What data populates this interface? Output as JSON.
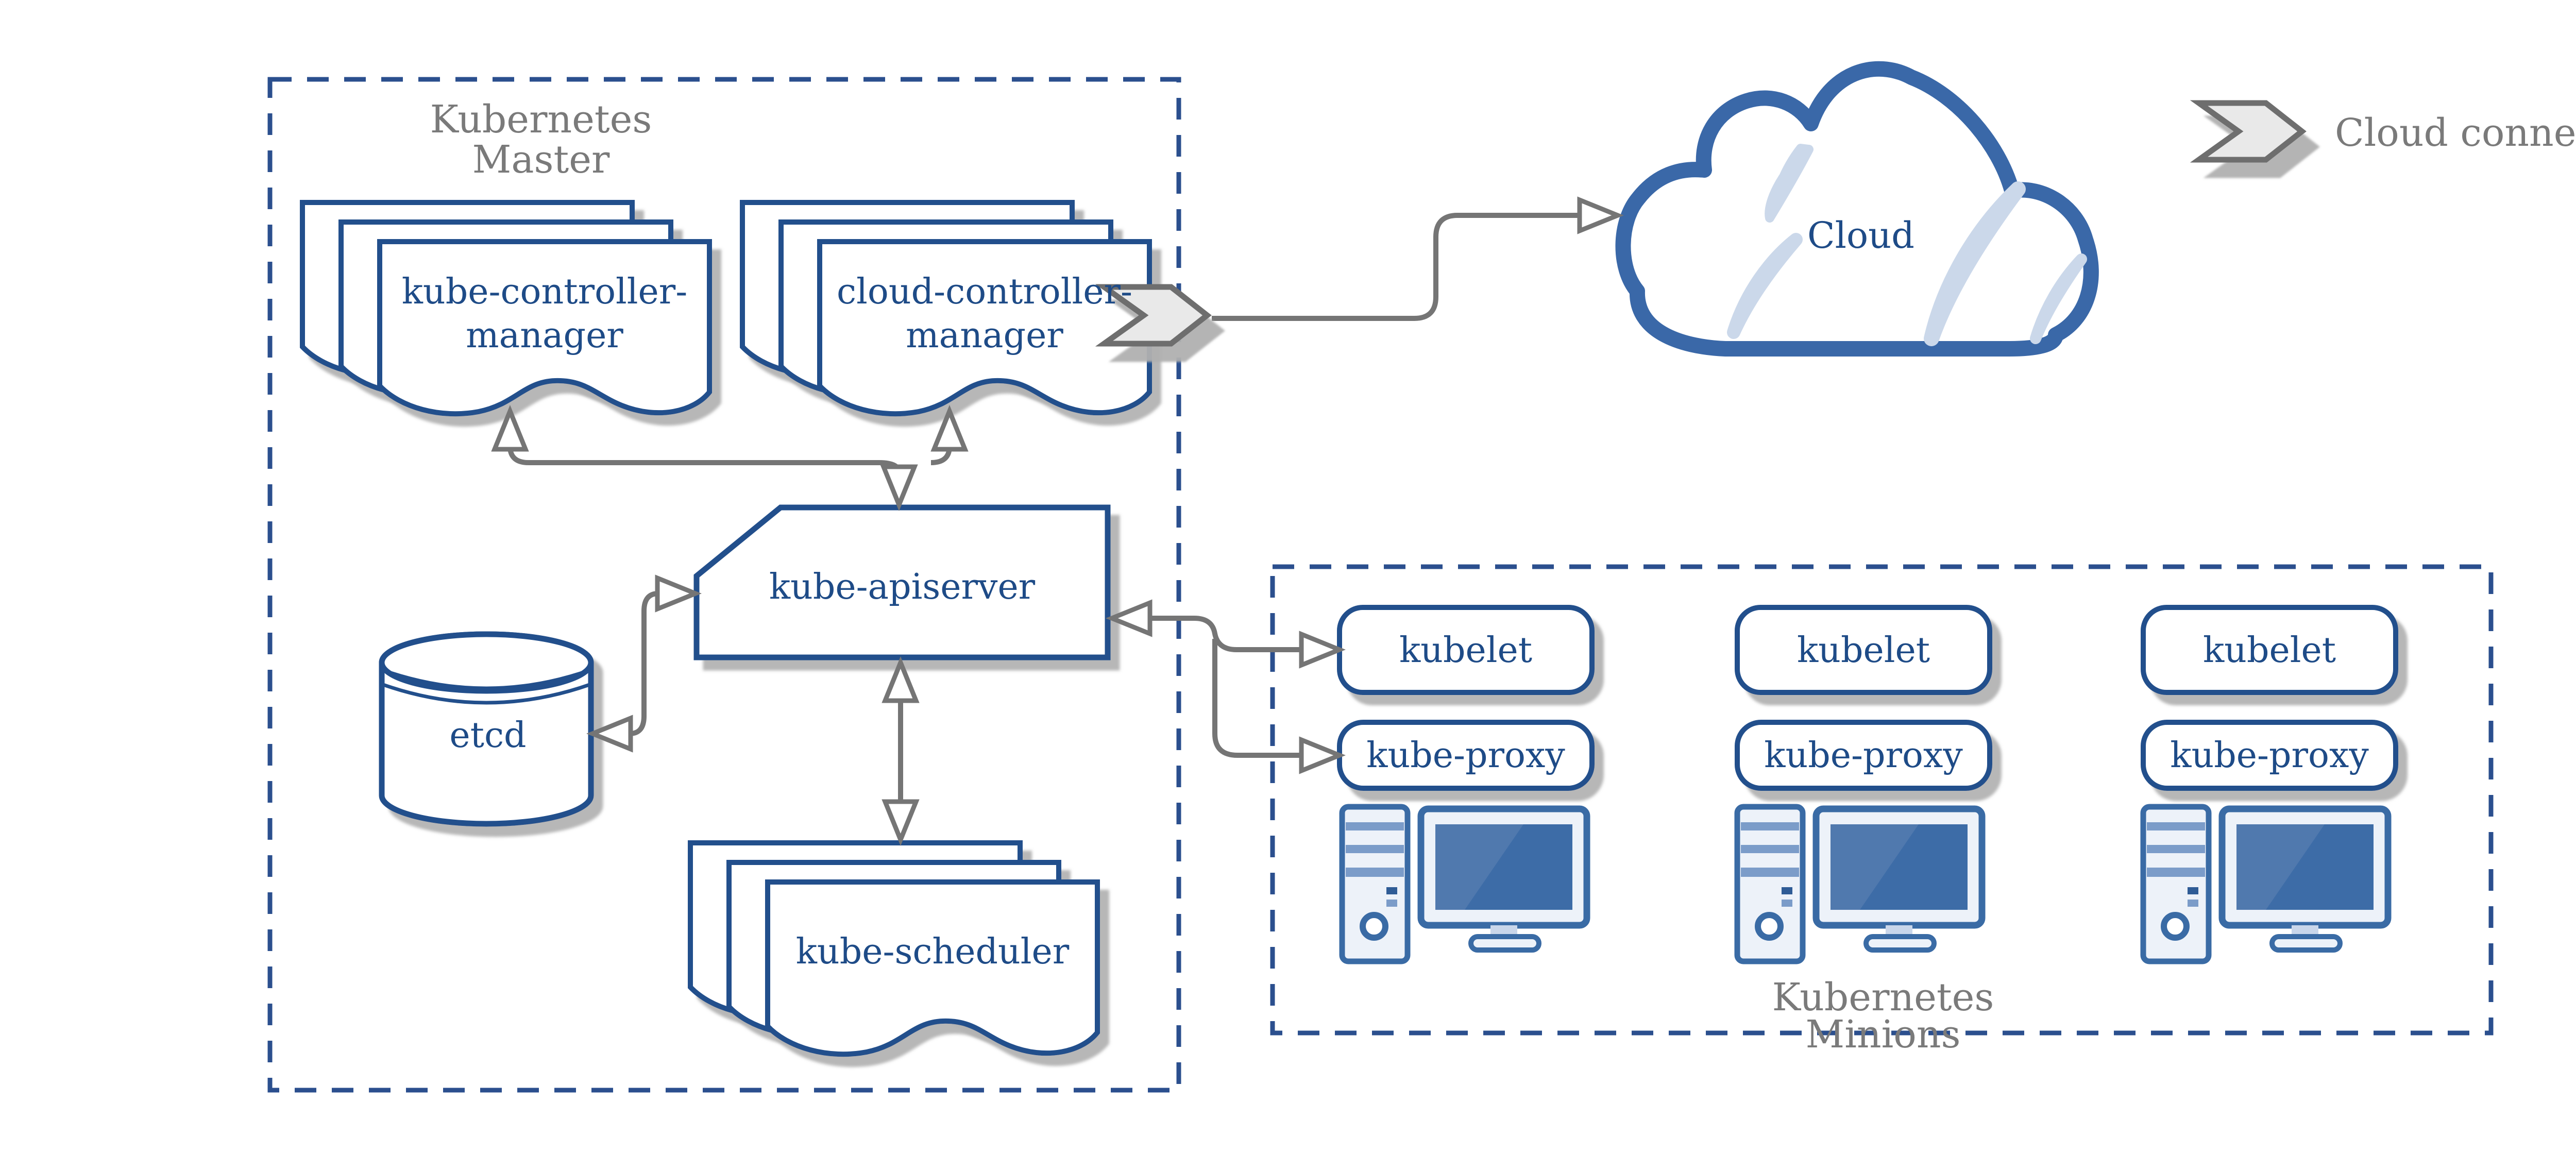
{
  "colors": {
    "navy_stroke": "#24508c",
    "navy_text": "#1e4b87",
    "dash_blue": "#2b4f8e",
    "gray_label": "#7a7a7a",
    "arrow_gray": "#757575",
    "chevron_fill": "#e9e9e9",
    "cloud_blue": "#3a68a8",
    "cloud_slash": "#cbd8ea",
    "pc_blue": "#3a6ba5",
    "screen_blue": "#3d6ca7",
    "shadow": "#b3b3b3"
  },
  "master": {
    "label_line1": "Kubernetes",
    "label_line2": "Master",
    "kube_controller_manager_line1": "kube-controller-",
    "kube_controller_manager_line2": "manager",
    "cloud_controller_manager_line1": "cloud-controller-",
    "cloud_controller_manager_line2": "manager",
    "kube_apiserver": "kube-apiserver",
    "etcd": "etcd",
    "kube_scheduler": "kube-scheduler"
  },
  "cloud": {
    "label": "Cloud"
  },
  "legend": {
    "label": "Cloud connector"
  },
  "minions": {
    "label_line1": "Kubernetes",
    "label_line2": "Minions",
    "nodes": [
      {
        "kubelet": "kubelet",
        "kube_proxy": "kube-proxy"
      },
      {
        "kubelet": "kubelet",
        "kube_proxy": "kube-proxy"
      },
      {
        "kubelet": "kubelet",
        "kube_proxy": "kube-proxy"
      }
    ]
  }
}
